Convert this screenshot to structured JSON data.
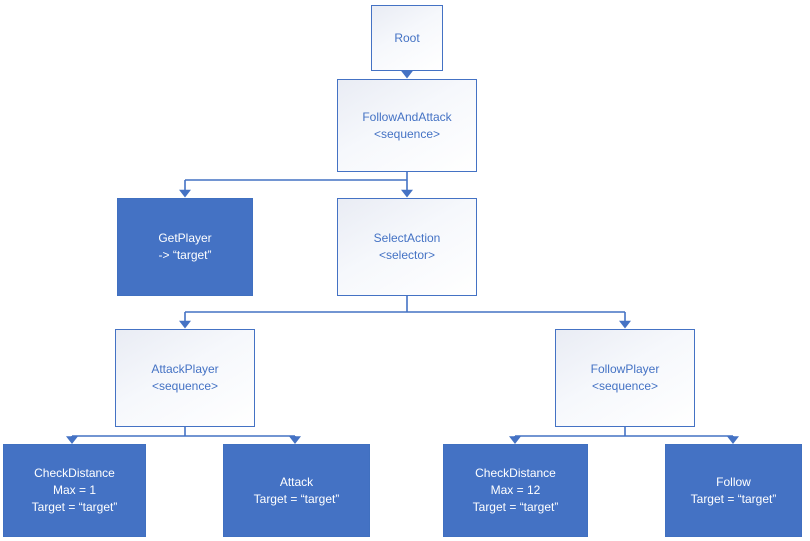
{
  "diagram": {
    "kind": "behavior-tree",
    "colors": {
      "accent_blue": "#4472C4",
      "filled_node_background": "#4472C4",
      "filled_node_text": "#FFFFFF",
      "outline_node_border": "#4472C4",
      "outline_node_text": "#4472C4",
      "connector": "#4472C4",
      "canvas_background": "#FFFFFF"
    },
    "nodes": [
      {
        "id": "root",
        "style": "outline",
        "lines": [
          "Root"
        ]
      },
      {
        "id": "follow-and-attack",
        "style": "outline",
        "lines": [
          "FollowAndAttack",
          "<sequence>"
        ]
      },
      {
        "id": "get-player",
        "style": "filled",
        "lines": [
          "GetPlayer",
          "-> “target”"
        ]
      },
      {
        "id": "select-action",
        "style": "outline",
        "lines": [
          "SelectAction",
          "<selector>"
        ]
      },
      {
        "id": "attack-player",
        "style": "outline",
        "lines": [
          "AttackPlayer",
          "<sequence>"
        ]
      },
      {
        "id": "follow-player",
        "style": "outline",
        "lines": [
          "FollowPlayer",
          "<sequence>"
        ]
      },
      {
        "id": "check-distance-1",
        "style": "filled",
        "lines": [
          "CheckDistance",
          "Max = 1",
          "Target = “target”"
        ]
      },
      {
        "id": "attack",
        "style": "filled",
        "lines": [
          "Attack",
          "Target = “target”"
        ]
      },
      {
        "id": "check-distance-12",
        "style": "filled",
        "lines": [
          "CheckDistance",
          "Max = 12",
          "Target = “target”"
        ]
      },
      {
        "id": "follow",
        "style": "filled",
        "lines": [
          "Follow",
          "Target = “target”"
        ]
      }
    ],
    "edges": [
      {
        "from": "root",
        "to": "follow-and-attack"
      },
      {
        "from": "follow-and-attack",
        "to": "get-player"
      },
      {
        "from": "follow-and-attack",
        "to": "select-action"
      },
      {
        "from": "select-action",
        "to": "attack-player"
      },
      {
        "from": "select-action",
        "to": "follow-player"
      },
      {
        "from": "attack-player",
        "to": "check-distance-1"
      },
      {
        "from": "attack-player",
        "to": "attack"
      },
      {
        "from": "follow-player",
        "to": "check-distance-12"
      },
      {
        "from": "follow-player",
        "to": "follow"
      }
    ]
  }
}
